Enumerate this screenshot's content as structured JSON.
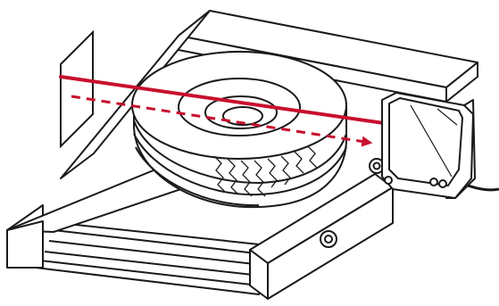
{
  "colors": {
    "background": "#ffffff",
    "line": "#1a1a1a",
    "beam": "#c8102e",
    "sensor_face": "#ffffff",
    "tire_tread": "#ffffff"
  },
  "components": [
    {
      "name": "reflector",
      "kind": "flat panel"
    },
    {
      "name": "roller-conveyor",
      "kind": "frame with rollers"
    },
    {
      "name": "tire",
      "kind": "object on conveyor"
    },
    {
      "name": "photoelectric-sensor",
      "kind": "sensor with cable"
    }
  ],
  "beams": [
    {
      "name": "emitted-beam",
      "style": "solid"
    },
    {
      "name": "returned-beam",
      "style": "dashed"
    }
  ]
}
